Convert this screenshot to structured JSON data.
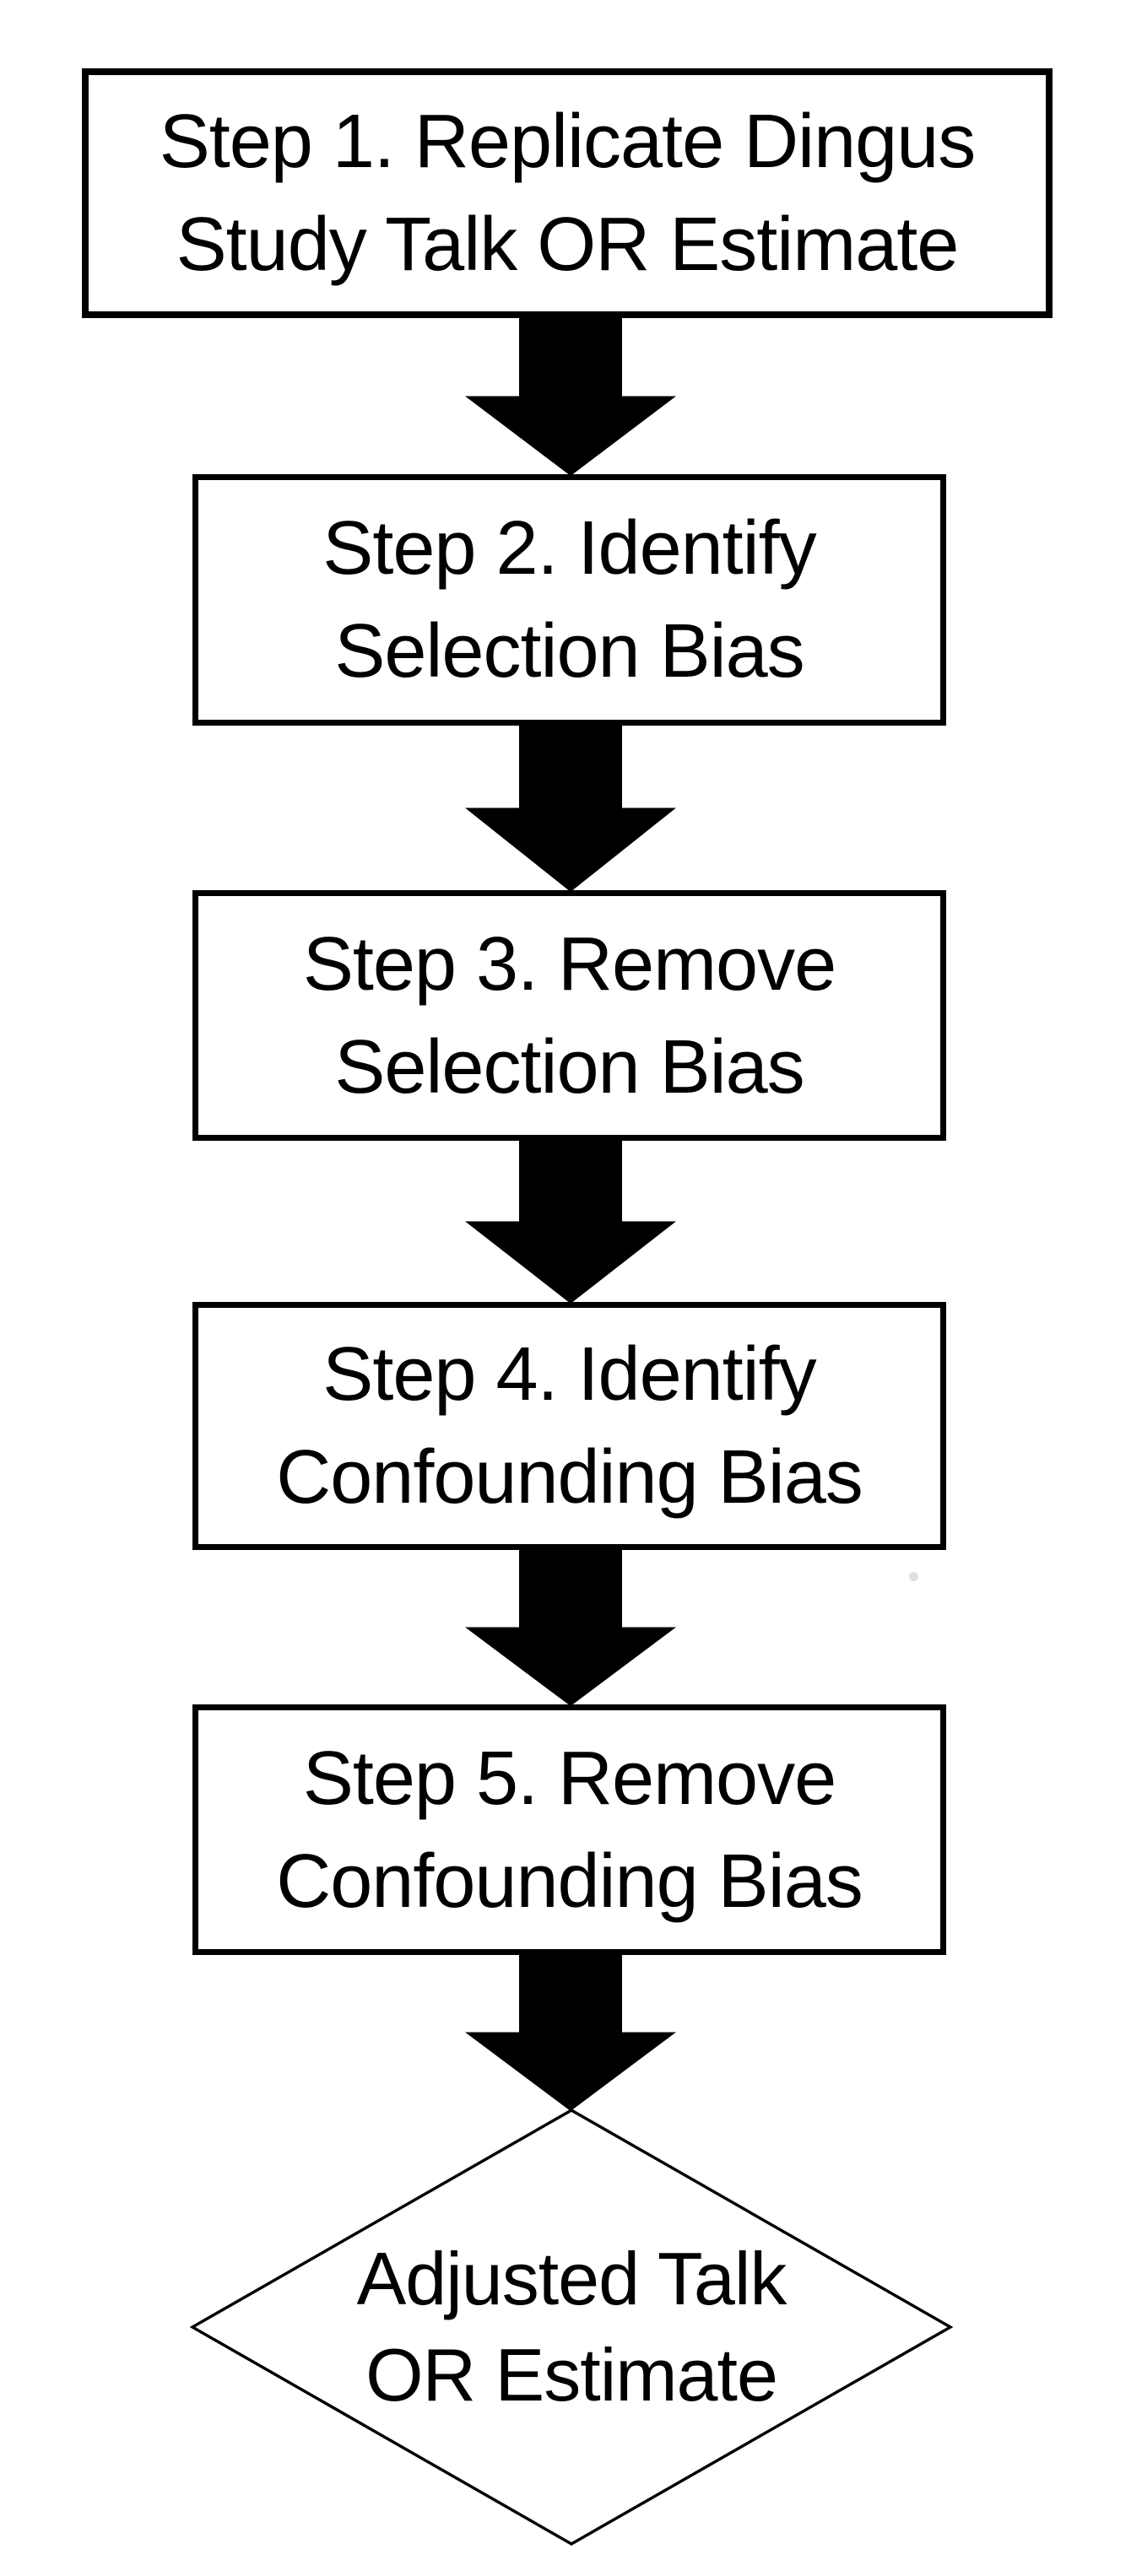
{
  "diagram": {
    "type": "flowchart",
    "orientation": "vertical",
    "colors": {
      "background": "#ffffff",
      "shape_fill": "#ffffff",
      "shape_border": "#000000",
      "arrow": "#000000",
      "text": "#000000"
    },
    "steps": [
      {
        "id": 1,
        "shape": "rectangle",
        "lines": [
          "Step 1. Replicate Dingus",
          "Study Talk OR Estimate"
        ]
      },
      {
        "id": 2,
        "shape": "rectangle",
        "lines": [
          "Step 2. Identify",
          "Selection Bias"
        ]
      },
      {
        "id": 3,
        "shape": "rectangle",
        "lines": [
          "Step 3. Remove",
          "Selection Bias"
        ]
      },
      {
        "id": 4,
        "shape": "rectangle",
        "lines": [
          "Step 4. Identify",
          "Confounding Bias"
        ]
      },
      {
        "id": 5,
        "shape": "rectangle",
        "lines": [
          "Step 5. Remove",
          "Confounding Bias"
        ]
      }
    ],
    "terminal": {
      "shape": "diamond",
      "lines": [
        "Adjusted Talk",
        "OR Estimate"
      ]
    },
    "connector_count": 5,
    "connector_type": "solid-block-down-arrow"
  }
}
